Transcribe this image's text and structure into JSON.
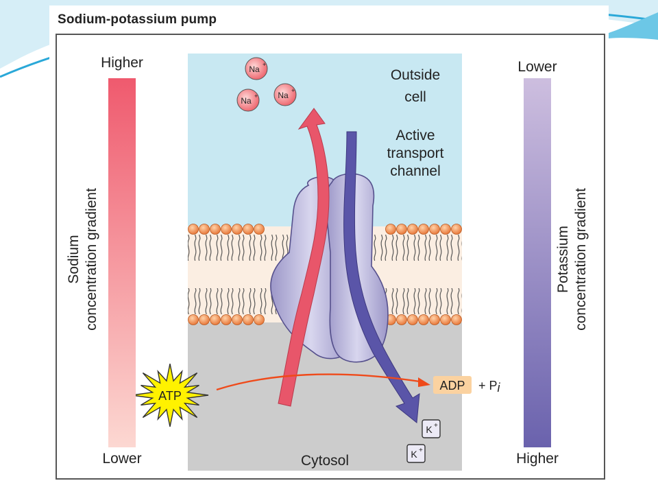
{
  "title": "Sodium-potassium pump",
  "sodium_gradient": {
    "top_label": "Higher",
    "bottom_label": "Lower",
    "axis_label_line1": "Sodium",
    "axis_label_line2": "concentration gradient"
  },
  "potassium_gradient": {
    "top_label": "Lower",
    "bottom_label": "Higher",
    "axis_label_line1": "Potassium",
    "axis_label_line2": "concentration gradient"
  },
  "regions": {
    "outside_line1": "Outside",
    "outside_line2": "cell",
    "cytosol": "Cytosol"
  },
  "channel": {
    "line1": "Active",
    "line2": "transport",
    "line3": "channel"
  },
  "ions": {
    "sodium": "Na",
    "potassium": "K",
    "charge": "+"
  },
  "reaction": {
    "atp": "ATP",
    "adp": "ADP",
    "plus": "+ P",
    "pi_subscript": "i"
  },
  "colors": {
    "outside": "#c8e8f2",
    "cytosol": "#cccccc",
    "sodium": "#e8566a",
    "potassium": "#5a55a8",
    "protein": "#b8b4dc",
    "lipid_head": "#f09a5a",
    "atp_burst": "#fff200",
    "slide_accent": "#2aa8d8"
  }
}
